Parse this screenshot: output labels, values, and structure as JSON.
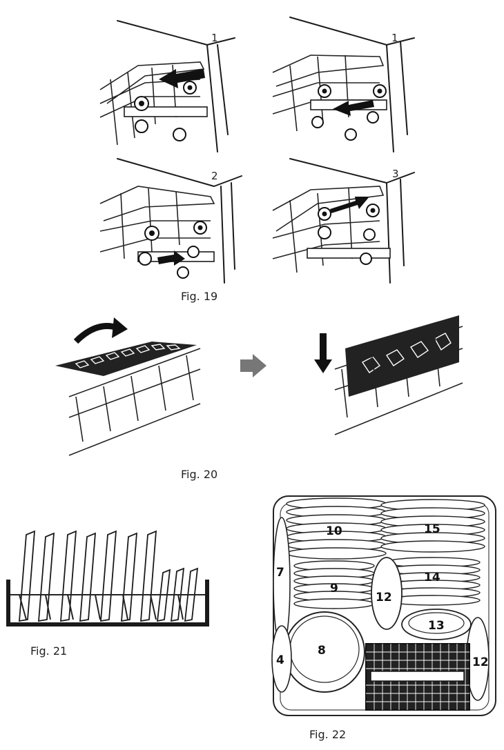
{
  "figures": {
    "fig19": {
      "caption": "Fig. 19",
      "panels": [
        {
          "step": "1"
        },
        {
          "step": "1"
        },
        {
          "step": "2"
        },
        {
          "step": "3"
        }
      ]
    },
    "fig20": {
      "caption": "Fig. 20"
    },
    "fig21": {
      "caption": "Fig. 21"
    },
    "fig22": {
      "caption": "Fig. 22",
      "labels": [
        "10",
        "15",
        "7",
        "14",
        "9",
        "12",
        "13",
        "8",
        "4",
        "12"
      ]
    }
  }
}
